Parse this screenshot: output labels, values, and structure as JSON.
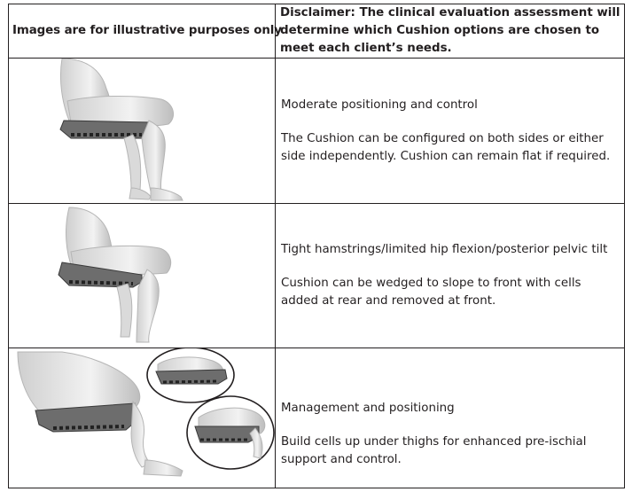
{
  "header": {
    "left": "Images are for illustrative purposes only",
    "right": "Disclaimer: The clinical evaluation assessment will determine which Cushion options are chosen to meet each client’s needs."
  },
  "rows": [
    {
      "image": "seated-figure-on-flat-cushion",
      "title": "Moderate positioning and control",
      "description": "The Cushion can be configured on both sides or either side independently. Cushion can remain flat if required."
    },
    {
      "image": "seated-figure-on-wedged-cushion",
      "title": "Tight hamstrings/limited hip flexion/posterior pelvic tilt",
      "description": "Cushion can be wedged to slope to front with cells added at rear and removed at front."
    },
    {
      "image": "seated-figure-with-thigh-support-callouts",
      "title": "Management and positioning",
      "description": "Build cells up under thighs for enhanced pre-ischial support and control."
    }
  ]
}
